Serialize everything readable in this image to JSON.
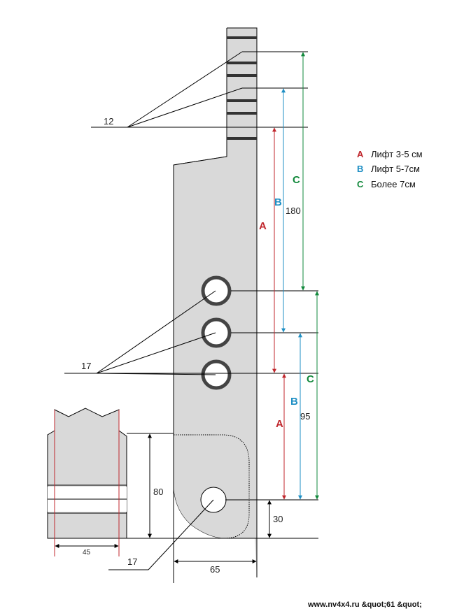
{
  "colors": {
    "red": "#c0272d",
    "blue": "#1f8fc4",
    "green": "#12893c",
    "plate_fill": "#d9d9d9",
    "line": "#000000"
  },
  "labels": {
    "slot_spacing": "12",
    "hole_diameter": "17",
    "top_dim": "180",
    "lower_dim": "95",
    "block_height": "80",
    "bottom_offset": "30",
    "block_width": "45",
    "bottom_hole": "17",
    "plate_width": "65"
  },
  "letters": {
    "a": "A",
    "b": "B",
    "c": "C"
  },
  "legend": [
    {
      "letter": "A",
      "text": "Лифт 3-5 см",
      "color": "#c0272d"
    },
    {
      "letter": "B",
      "text": "Лифт 5-7см",
      "color": "#1f8fc4"
    },
    {
      "letter": "C",
      "text": "Более 7см",
      "color": "#12893c"
    }
  ],
  "watermark": "www.nv4x4.ru &quot;61 &quot;"
}
